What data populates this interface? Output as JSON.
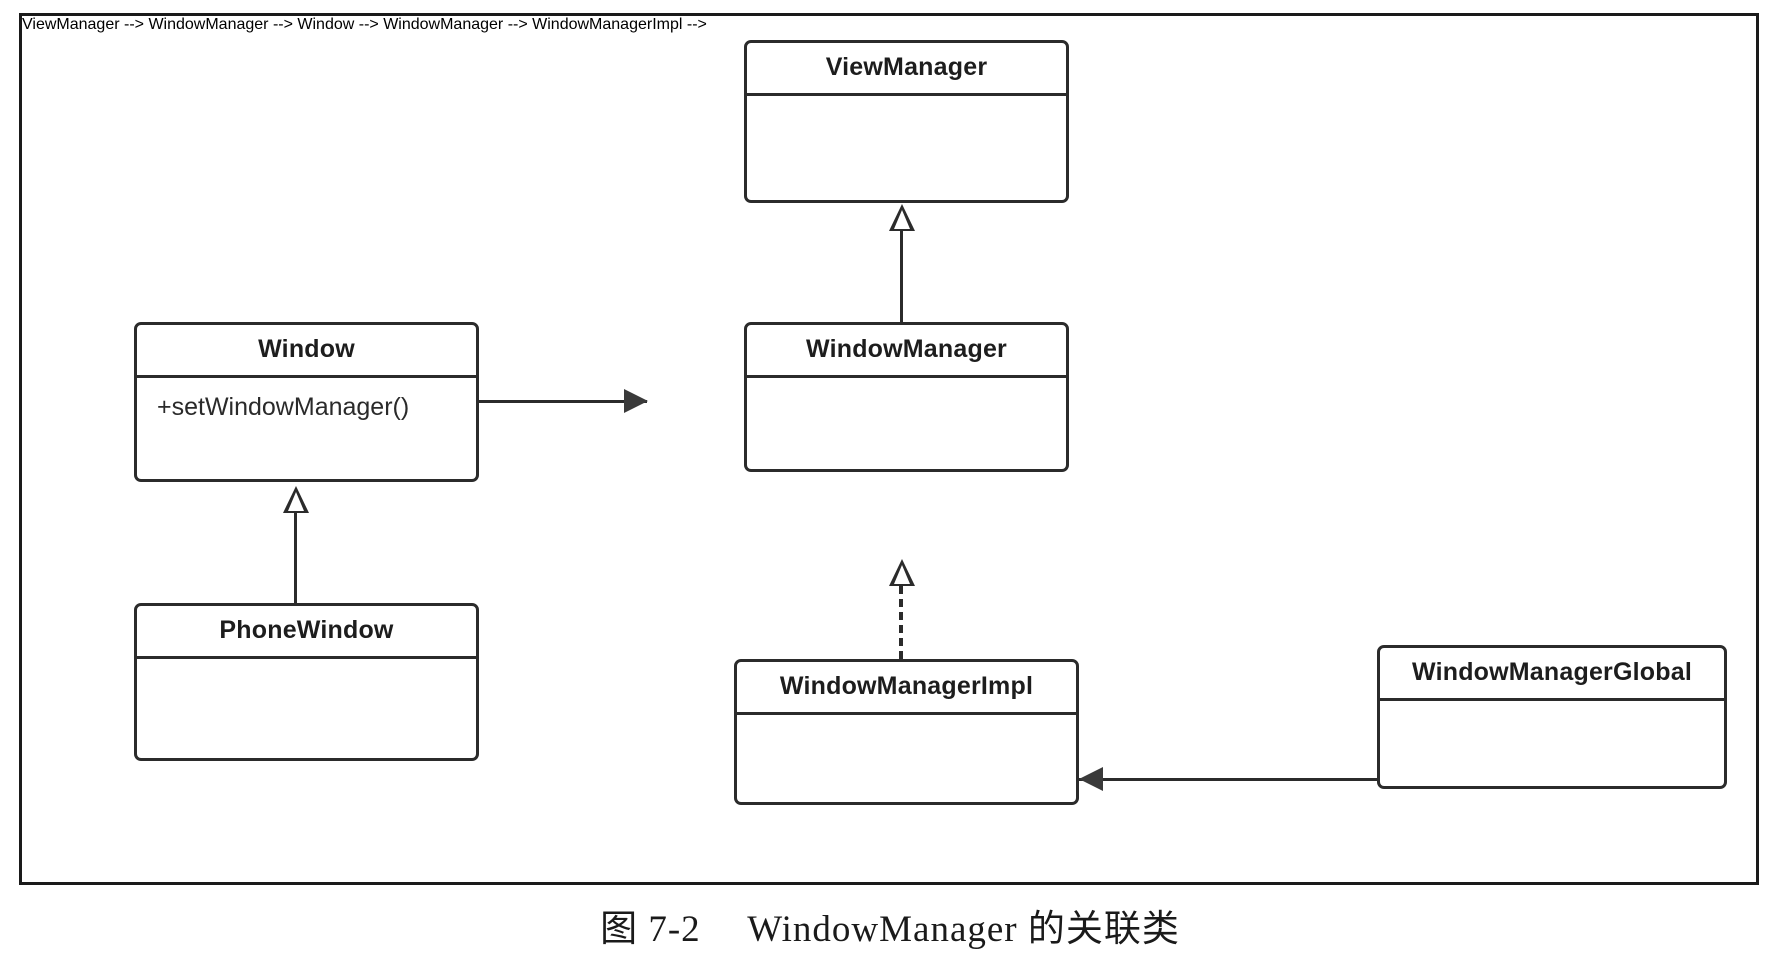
{
  "figure": {
    "caption_label": "图 7-2",
    "caption_title": "WindowManager 的关联类",
    "caption_full": "图 7-2　WindowManager 的关联类"
  },
  "diagram": {
    "type": "uml-class-diagram",
    "classes": [
      {
        "id": "view-manager",
        "name": "ViewManager",
        "members": []
      },
      {
        "id": "window",
        "name": "Window",
        "members": [
          "+setWindowManager()"
        ]
      },
      {
        "id": "window-manager",
        "name": "WindowManager",
        "members": []
      },
      {
        "id": "phone-window",
        "name": "PhoneWindow",
        "members": []
      },
      {
        "id": "window-manager-impl",
        "name": "WindowManagerImpl",
        "members": []
      },
      {
        "id": "window-manager-global",
        "name": "WindowManagerGlobal",
        "members": []
      }
    ],
    "relations": [
      {
        "id": "wm-extends-vm",
        "from": "WindowManager",
        "to": "ViewManager",
        "kind": "generalization",
        "style": "solid",
        "arrowhead": "hollow-triangle"
      },
      {
        "id": "pw-extends-window",
        "from": "PhoneWindow",
        "to": "Window",
        "kind": "generalization",
        "style": "solid",
        "arrowhead": "hollow-triangle"
      },
      {
        "id": "wmi-implements-wm",
        "from": "WindowManagerImpl",
        "to": "WindowManager",
        "kind": "realization",
        "style": "dashed",
        "arrowhead": "hollow-triangle"
      },
      {
        "id": "window-assoc-wm",
        "from": "Window",
        "to": "WindowManager",
        "kind": "association",
        "style": "solid",
        "arrowhead": "solid-arrow"
      },
      {
        "id": "wmg-assoc-wmi",
        "from": "WindowManagerGlobal",
        "to": "WindowManagerImpl",
        "kind": "association",
        "style": "solid",
        "arrowhead": "solid-arrow"
      }
    ]
  },
  "colors": {
    "stroke": "#2b2b2b",
    "frame": "#1a1a1a",
    "background": "#ffffff",
    "text": "#1d1d1d"
  }
}
